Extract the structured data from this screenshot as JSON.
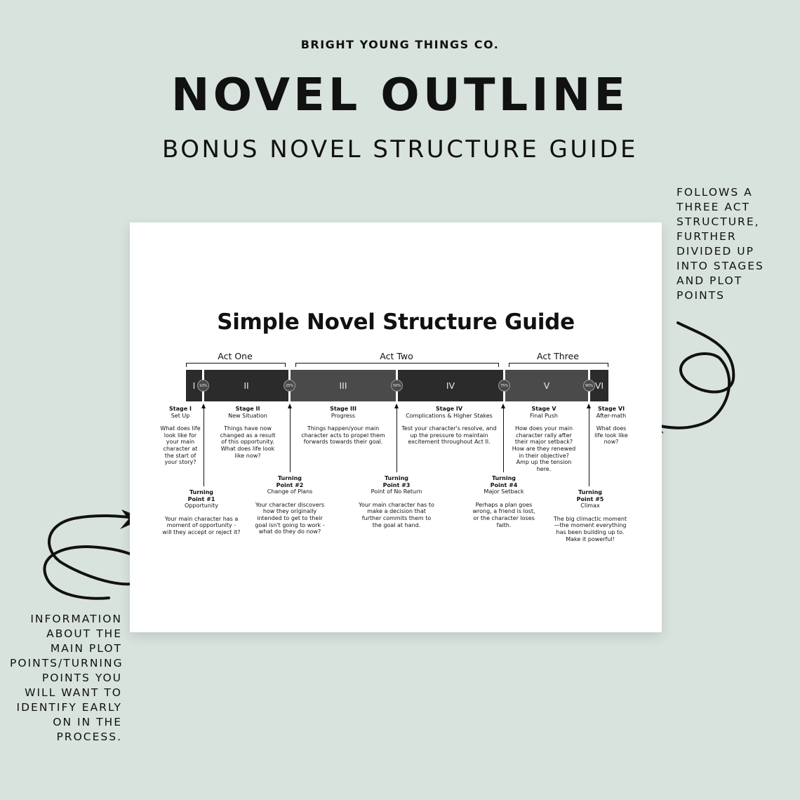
{
  "brand": "BRIGHT YOUNG THINGS CO.",
  "title": "NOVEL OUTLINE",
  "subtitle": "BONUS NOVEL STRUCTURE GUIDE",
  "note_right": "FOLLOWS A\nTHREE ACT\nSTRUCTURE,\nFURTHER\nDIVIDED UP\nINTO STAGES\nAND PLOT\nPOINTS",
  "note_left": "INFORMATION\nABOUT THE\nMAIN PLOT\nPOINTS/TURNING\nPOINTS YOU\nWILL WANT TO\nIDENTIFY EARLY\nON IN THE\nPROCESS.",
  "guide": {
    "title": "Simple Novel Structure Guide",
    "acts": [
      "Act One",
      "Act Two",
      "Act Three"
    ],
    "segments": [
      "I",
      "II",
      "III",
      "IV",
      "V",
      "VI"
    ],
    "percents": [
      "10%",
      "25%",
      "50%",
      "75%",
      "90%"
    ],
    "segment_colors": [
      "#2b2b2b",
      "#2b2b2b",
      "#4a4a4a",
      "#2b2b2b",
      "#4a4a4a",
      "#2b2b2b"
    ],
    "stages": [
      {
        "name": "Stage I",
        "sub": "Set Up",
        "desc": "What does life look like for your main character at the start of your story?"
      },
      {
        "name": "Stage II",
        "sub": "New Situation",
        "desc": "Things have now changed as a result of this opportunity. What does life look like now?"
      },
      {
        "name": "Stage III",
        "sub": "Progress",
        "desc": "Things happen/your main character acts to propel them forwards towards their goal."
      },
      {
        "name": "Stage IV",
        "sub": "Complications & Higher Stakes",
        "desc": "Test your character's resolve, and up the pressure to maintain excitement throughout Act II."
      },
      {
        "name": "Stage V",
        "sub": "Final Push",
        "desc": "How does your main character rally after their major setback? How are they renewed in their objective? Amp up the tension here."
      },
      {
        "name": "Stage VI",
        "sub": "After-math",
        "desc": "What does life look like now?"
      }
    ],
    "turning_points": [
      {
        "name": "Turning Point #1",
        "sub": "Opportunity",
        "desc": "Your main character has a moment of opportunity - will they accept or reject it?"
      },
      {
        "name": "Turning Point #2",
        "sub": "Change of Plans",
        "desc": "Your character discovers how they originally intended to get to their goal isn't going to work - what do they do now?"
      },
      {
        "name": "Turning Point #3",
        "sub": "Point of No Return",
        "desc": "Your main character has to make a decision that further commits them to the goal at hand."
      },
      {
        "name": "Turning Point #4",
        "sub": "Major Setback",
        "desc": "Perhaps a plan goes wrong, a friend is lost, or the character loses faith."
      },
      {
        "name": "Turning Point #5",
        "sub": "Climax",
        "desc": "The big climactic moment —the moment everything has been building up to. Make it powerful!"
      }
    ]
  }
}
